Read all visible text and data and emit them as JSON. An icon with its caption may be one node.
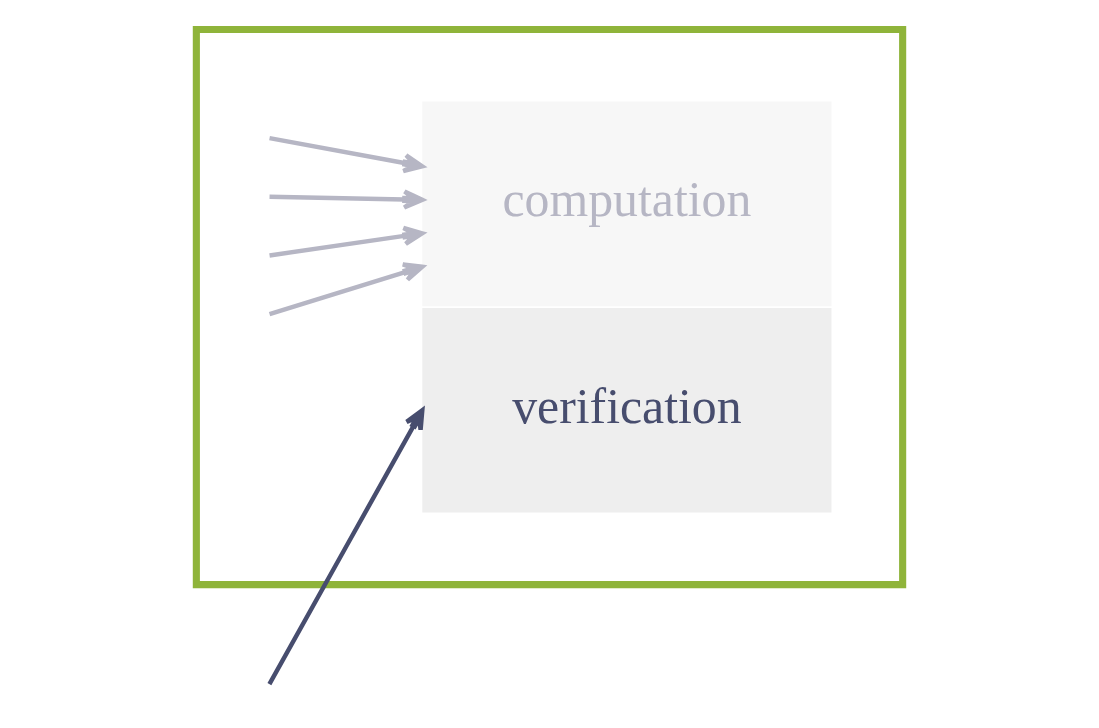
{
  "diagram": {
    "nodes": [
      {
        "text": [],
        "shape": "box"
      },
      {
        "text": [
          "computation"
        ],
        "in": 0
      },
      {
        "text": [
          "verification"
        ],
        "in": 0
      }
    ],
    "edges": [
      {
        "from": null,
        "to": 1,
        "arrow": "to",
        "color": "#b6b6c4"
      },
      {
        "from": null,
        "to": 1,
        "arrow": "to",
        "color": "#b6b6c4"
      },
      {
        "from": null,
        "to": 1,
        "arrow": "to",
        "color": "#b6b6c4"
      },
      {
        "from": null,
        "to": 1,
        "arrow": "to",
        "color": "#b6b6c4"
      },
      {
        "from": null,
        "to": 2,
        "arrow": "to",
        "color": "#474d6e"
      }
    ]
  }
}
